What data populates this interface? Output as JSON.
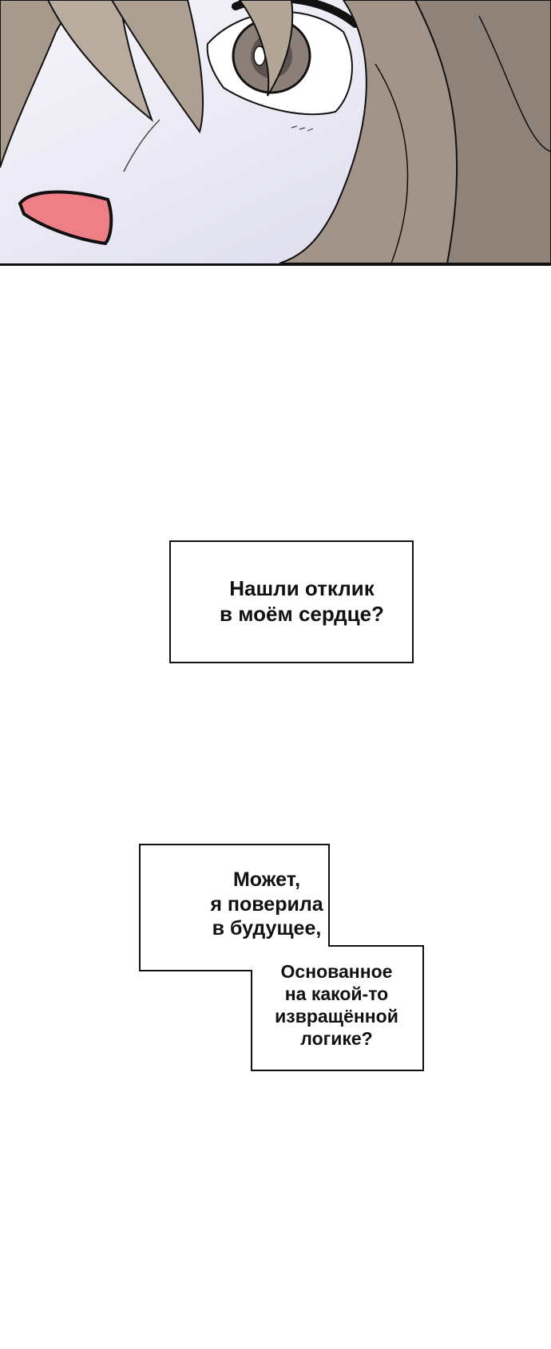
{
  "panel": {
    "colors": {
      "background": "#e9e8f3",
      "hair": "#a7998c",
      "mouth": "#ee7f86",
      "outline": "#111111"
    }
  },
  "captions": [
    {
      "lines": [
        "Нашли отклик",
        "в моём сердце?"
      ]
    }
  ],
  "step_caption": {
    "top_lines": [
      "Может,",
      "я поверила",
      "в будущее,"
    ],
    "bottom_lines": [
      "Основанное",
      "на какой-то",
      "извращённой",
      "логике?"
    ]
  }
}
